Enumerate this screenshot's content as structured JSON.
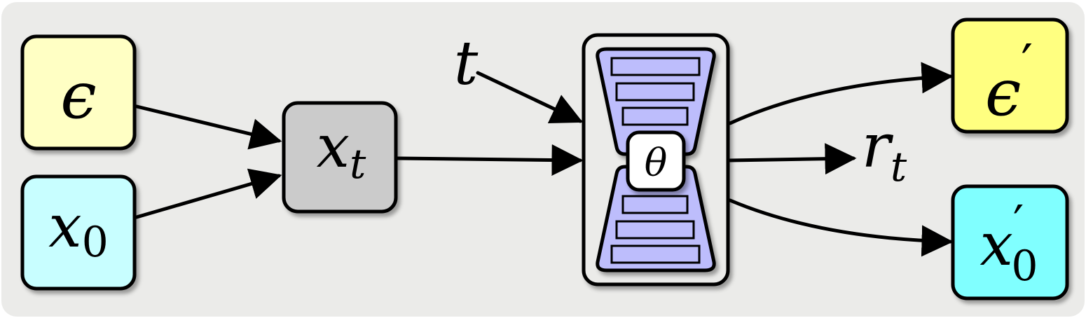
{
  "labels": {
    "epsilon": "ϵ",
    "x0_base": "x",
    "x0_sub": "0",
    "xt_base": "x",
    "xt_sub": "t",
    "t_input": "t",
    "theta": "θ",
    "eps_prime_base": "ϵ",
    "eps_prime_mark": "′",
    "rt_base": "r",
    "rt_sub": "t",
    "x0p_base": "x",
    "x0p_mark": "′",
    "x0p_sub": "0"
  },
  "colors": {
    "background_panel": "#ebebe9",
    "epsilon_box": "#ffffc4",
    "x0_box": "#c8feff",
    "xt_box": "#cbcbcb",
    "model_fill": "#bdbdfc",
    "eps_prime_box": "#ffff80",
    "x0_prime_box": "#80ffff",
    "theta_box": "#ffffff",
    "stroke": "#000000"
  }
}
